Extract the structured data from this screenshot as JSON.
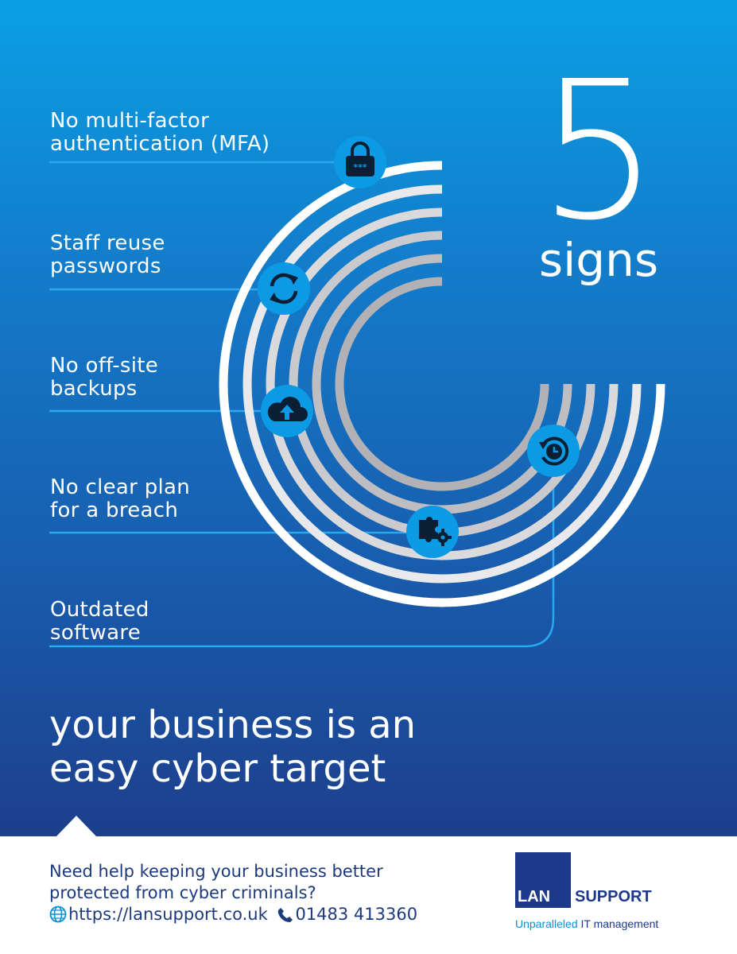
{
  "hero": {
    "number": "5",
    "word": "signs",
    "tagline": [
      "your business is an",
      "easy cyber target"
    ]
  },
  "signs": [
    {
      "lines": [
        "No multi-factor",
        "authentication (MFA)"
      ],
      "icon": "padlock-password-icon"
    },
    {
      "lines": [
        "Staff reuse",
        "passwords"
      ],
      "icon": "refresh-arrows-icon"
    },
    {
      "lines": [
        "No off-site",
        "backups"
      ],
      "icon": "cloud-upload-icon"
    },
    {
      "lines": [
        "No clear plan",
        "for a breach"
      ],
      "icon": "puzzle-gear-icon"
    },
    {
      "lines": [
        "Outdated",
        "software"
      ],
      "icon": "clock-history-icon"
    }
  ],
  "footer": {
    "cta": [
      "Need help keeping your business better",
      "protected from cyber criminals?"
    ],
    "website": "https://lansupport.co.uk",
    "phone": "01483 413360",
    "website_icon": "globe-icon",
    "phone_icon": "phone-icon"
  },
  "logo": {
    "lan": "LAN",
    "support": "SUPPORT",
    "tagline_highlight": "Unparalleled",
    "tagline_rest": " IT management"
  },
  "colors": {
    "gradient_top": "#0a9fe3",
    "gradient_bottom": "#1d3f8c",
    "icon_circle": "#0b9ae3",
    "connector_line": "#29a9ee",
    "brand_navy": "#1d3a8a",
    "brand_accent": "#0b8fd8"
  }
}
